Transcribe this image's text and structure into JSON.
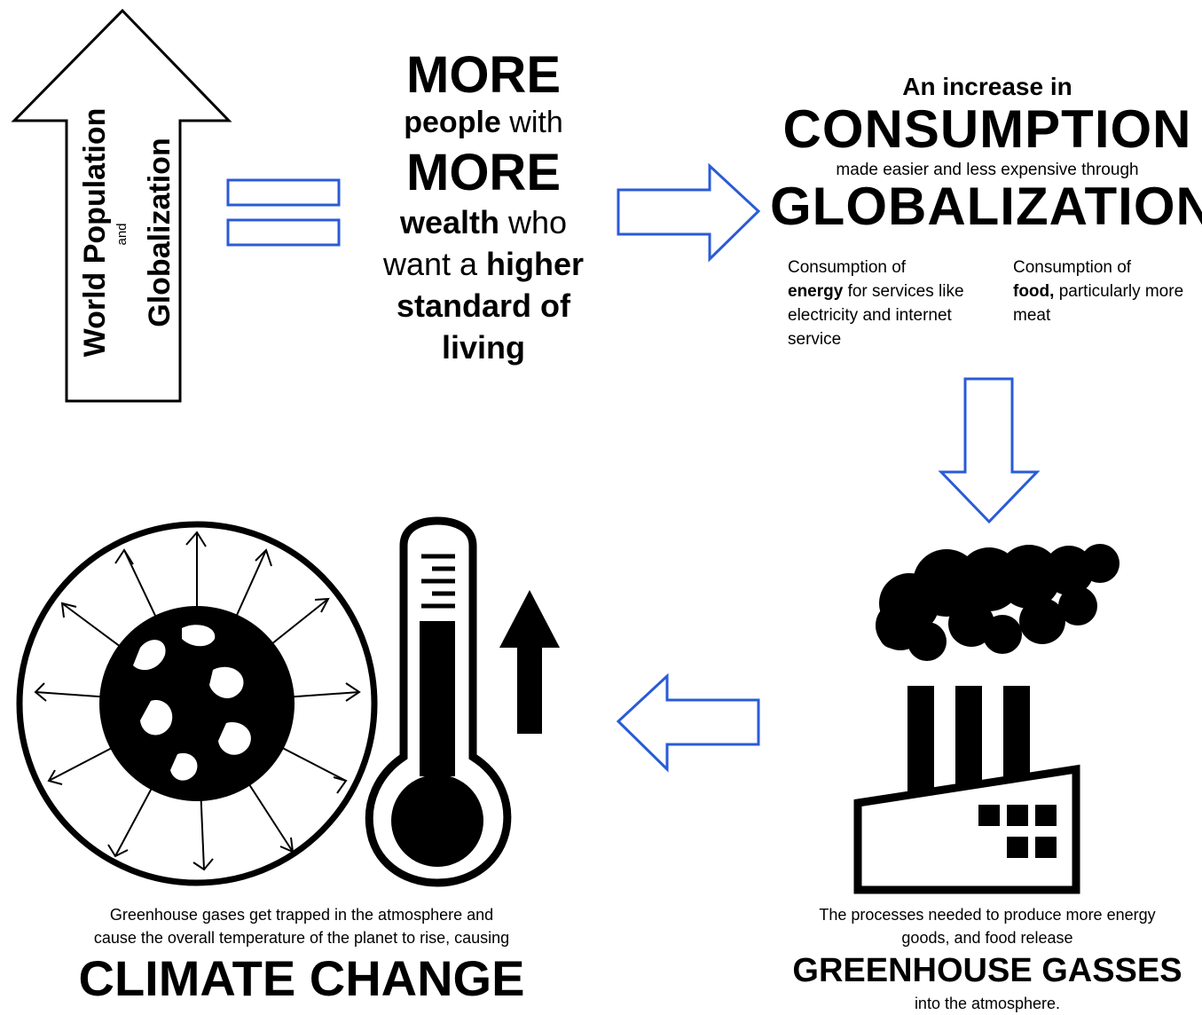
{
  "population": {
    "line1": "World Population",
    "and": "and",
    "line2": "Globalization"
  },
  "center": {
    "more1": "MORE",
    "people_bold": "people",
    "people_rest": " with",
    "more2": "MORE",
    "wealth_bold": "wealth",
    "wealth_rest": " who",
    "want_plain": "want a ",
    "want_bold": "higher",
    "standard": "standard of",
    "living": "living"
  },
  "consumption": {
    "intro": "An increase in",
    "title": "CONSUMPTION",
    "subtitle": "made easier and less expensive through",
    "globalization": "GLOBALIZATION",
    "energy": {
      "prefix": "Consumption of",
      "bold": "energy",
      "rest": " for services like electricity and internet service"
    },
    "food": {
      "prefix": "Consumption of",
      "bold": "food,",
      "rest": " particularly more meat"
    }
  },
  "greenhouse": {
    "caption_line1": "The processes needed to produce more energy",
    "caption_line2": "goods, and food release",
    "title": "GREENHOUSE GASSES",
    "tail": "into the atmosphere."
  },
  "climate": {
    "caption_line1": "Greenhouse gases get trapped in the atmosphere and",
    "caption_line2": "cause the overall temperature of the planet to rise, causing",
    "title": "CLIMATE CHANGE"
  },
  "colors": {
    "arrow_blue": "#2a5bd7",
    "ink": "#000000"
  },
  "icons": [
    "up-arrow-icon",
    "equals-icon",
    "right-arrow-icon",
    "down-arrow-icon",
    "left-arrow-icon",
    "factory-icon",
    "globe-icon",
    "thermometer-icon"
  ]
}
